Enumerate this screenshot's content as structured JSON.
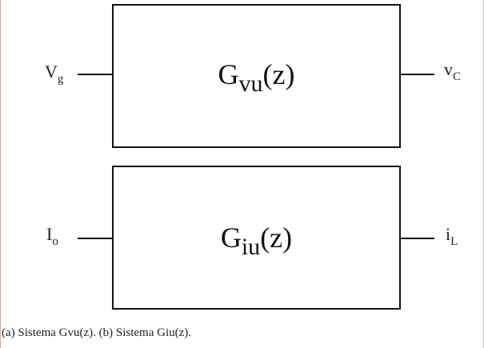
{
  "block_top": {
    "symbol": "G",
    "subscript": "vu",
    "argument": "(z)",
    "input": {
      "symbol": "V",
      "subscript": "g"
    },
    "output": {
      "symbol": "v",
      "subscript": "C"
    }
  },
  "block_bottom": {
    "symbol": "G",
    "subscript": "iu",
    "argument": "(z)",
    "input": {
      "symbol": "I",
      "subscript": "o"
    },
    "output": {
      "symbol": "i",
      "subscript": "L"
    }
  },
  "caption": "(a) Sistema Gvu(z). (b) Sistema Giu(z)."
}
